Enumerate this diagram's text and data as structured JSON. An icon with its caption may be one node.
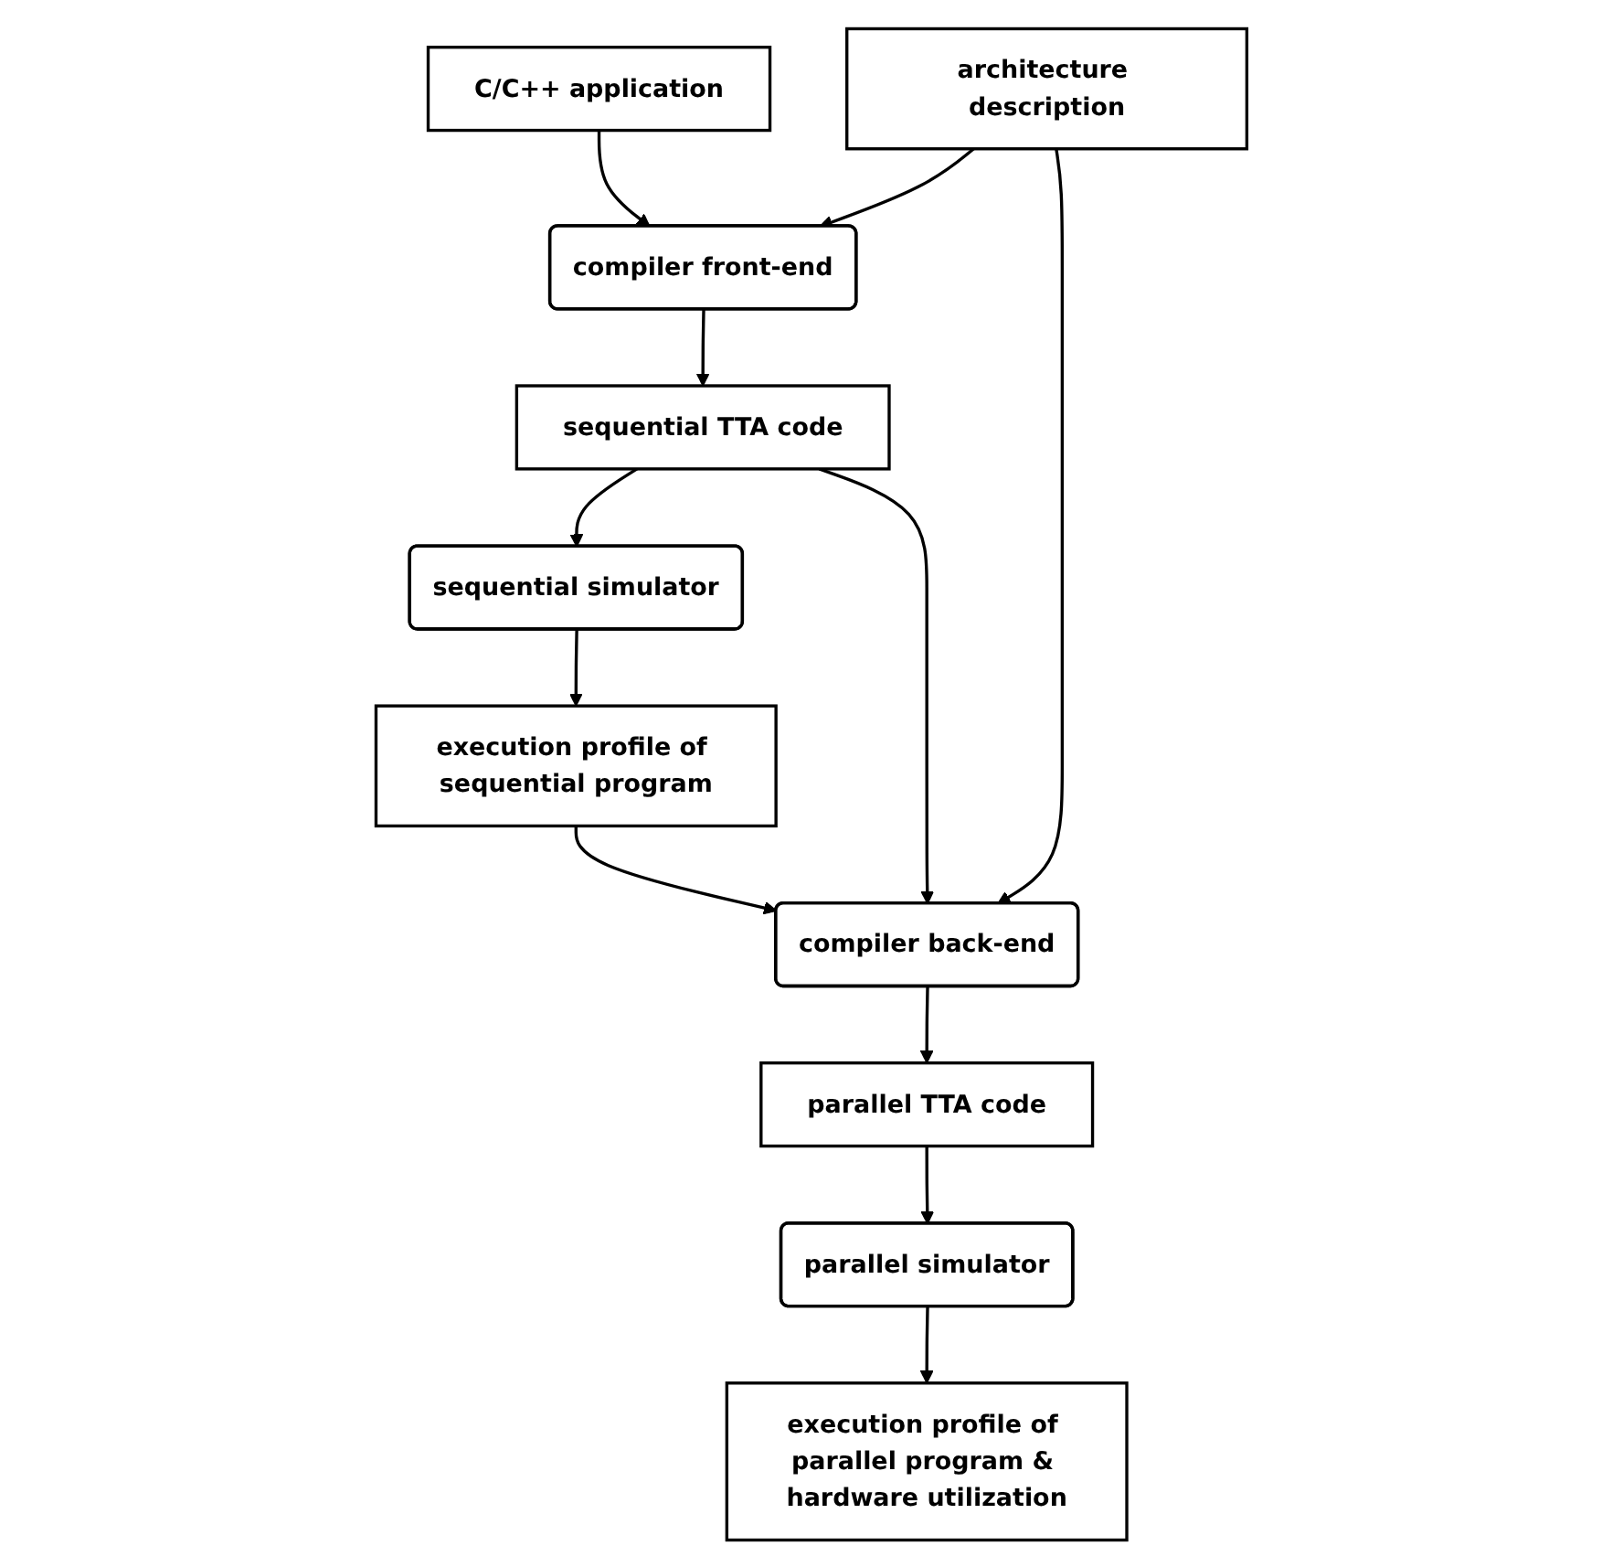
{
  "diagram": {
    "nodes": [
      {
        "text": [
          "C/C++ application"
        ]
      },
      {
        "text": [
          "compiler front-end"
        ]
      },
      {
        "text": [
          "architecture description"
        ]
      },
      {
        "text": [
          "sequential TTA code"
        ]
      },
      {
        "text": [
          "sequential simulator"
        ]
      },
      {
        "text": [
          "compiler back-end"
        ]
      },
      {
        "text": [
          "execution profile of sequential program"
        ]
      },
      {
        "text": [
          "parallel TTA code"
        ]
      },
      {
        "text": [
          "parallel simulator"
        ]
      },
      {
        "text": [
          "execution profile of parallel program & hardware utilization"
        ]
      }
    ],
    "edges": [
      {
        "from": 0,
        "to": 1,
        "arrow": "to"
      },
      {
        "from": 2,
        "to": 1,
        "arrow": "to"
      },
      {
        "from": 1,
        "to": 3,
        "arrow": "to"
      },
      {
        "from": 3,
        "to": 4,
        "arrow": "to"
      },
      {
        "from": 3,
        "to": 5,
        "arrow": "to"
      },
      {
        "from": 2,
        "to": 5,
        "arrow": "to"
      },
      {
        "from": 4,
        "to": 6,
        "arrow": "to"
      },
      {
        "from": 6,
        "to": 5,
        "arrow": "to"
      },
      {
        "from": 5,
        "to": 7,
        "arrow": "to"
      },
      {
        "from": 7,
        "to": 8,
        "arrow": "to"
      },
      {
        "from": 8,
        "to": 9,
        "arrow": "to"
      }
    ]
  }
}
